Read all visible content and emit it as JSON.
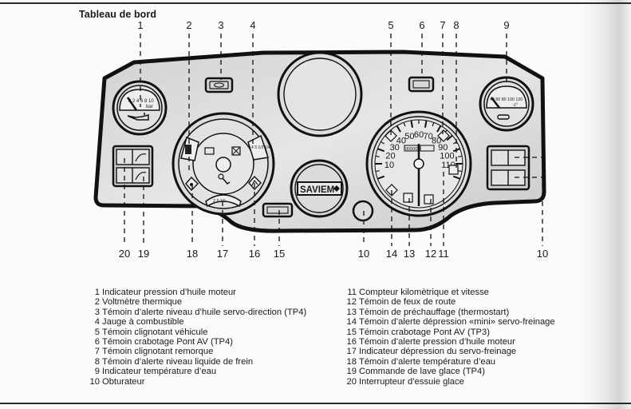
{
  "title": "Tableau de bord",
  "brand_logo": "SAVIEM",
  "callouts_top": [
    "1",
    "2",
    "3",
    "4",
    "5",
    "6",
    "7",
    "8",
    "9"
  ],
  "callouts_bottom": [
    "20",
    "19",
    "18",
    "17",
    "16",
    "15",
    "10",
    "14",
    "13",
    "12",
    "11",
    "10"
  ],
  "gauges": {
    "oil_pressure": {
      "scale": "0 2 4 6 8 10",
      "unit": "bar"
    },
    "water_temp": {
      "scale": "40 60 80 100 120",
      "unit": "c°"
    },
    "speedometer": {
      "ticks": [
        "10",
        "20",
        "30",
        "40",
        "50",
        "60",
        "70",
        "80",
        "90",
        "100",
        "110"
      ],
      "odometer": "00000"
    },
    "brake_vacuum": {
      "scale": "2 6 10"
    },
    "fuel": {
      "scale": "4 3 1/2 1/4"
    }
  },
  "legend_left": [
    {
      "num": "1",
      "text": "Indicateur pression d’huile moteur"
    },
    {
      "num": "2",
      "text": "Voltmètre thermique"
    },
    {
      "num": "3",
      "text": "Témoin d’alerte niveau d’huile servo-direction (TP4)"
    },
    {
      "num": "4",
      "text": "Jauge à combustible"
    },
    {
      "num": "5",
      "text": "Témoin clignotant véhicule"
    },
    {
      "num": "6",
      "text": "Témoin crabotage Pont AV (TP4)"
    },
    {
      "num": "7",
      "text": "Témoin clignotant remorque"
    },
    {
      "num": "8",
      "text": "Témoin d’alerte niveau liquide de frein"
    },
    {
      "num": "9",
      "text": "Indicateur température d’eau"
    },
    {
      "num": "10",
      "text": "Obturateur"
    }
  ],
  "legend_right": [
    {
      "num": "11",
      "text": "Compteur kilomètrique et vitesse"
    },
    {
      "num": "12",
      "text": "Témoin de feux de route"
    },
    {
      "num": "13",
      "text": "Témoin de préchauffage (thermostart)"
    },
    {
      "num": "14",
      "text": "Témoin d’alerte dépression «mini» servo-freinage"
    },
    {
      "num": "15",
      "text": "Témoin crabotage Pont AV (TP3)"
    },
    {
      "num": "16",
      "text": "Témoin d’alerte pression d’huile moteur"
    },
    {
      "num": "17",
      "text": "Indicateur dépression du servo-freinage"
    },
    {
      "num": "18",
      "text": "Témoin d’alerte température d’eau"
    },
    {
      "num": "19",
      "text": "Commande de lave glace (TP4)"
    },
    {
      "num": "20",
      "text": "Interrupteur d’essuie glace"
    }
  ]
}
